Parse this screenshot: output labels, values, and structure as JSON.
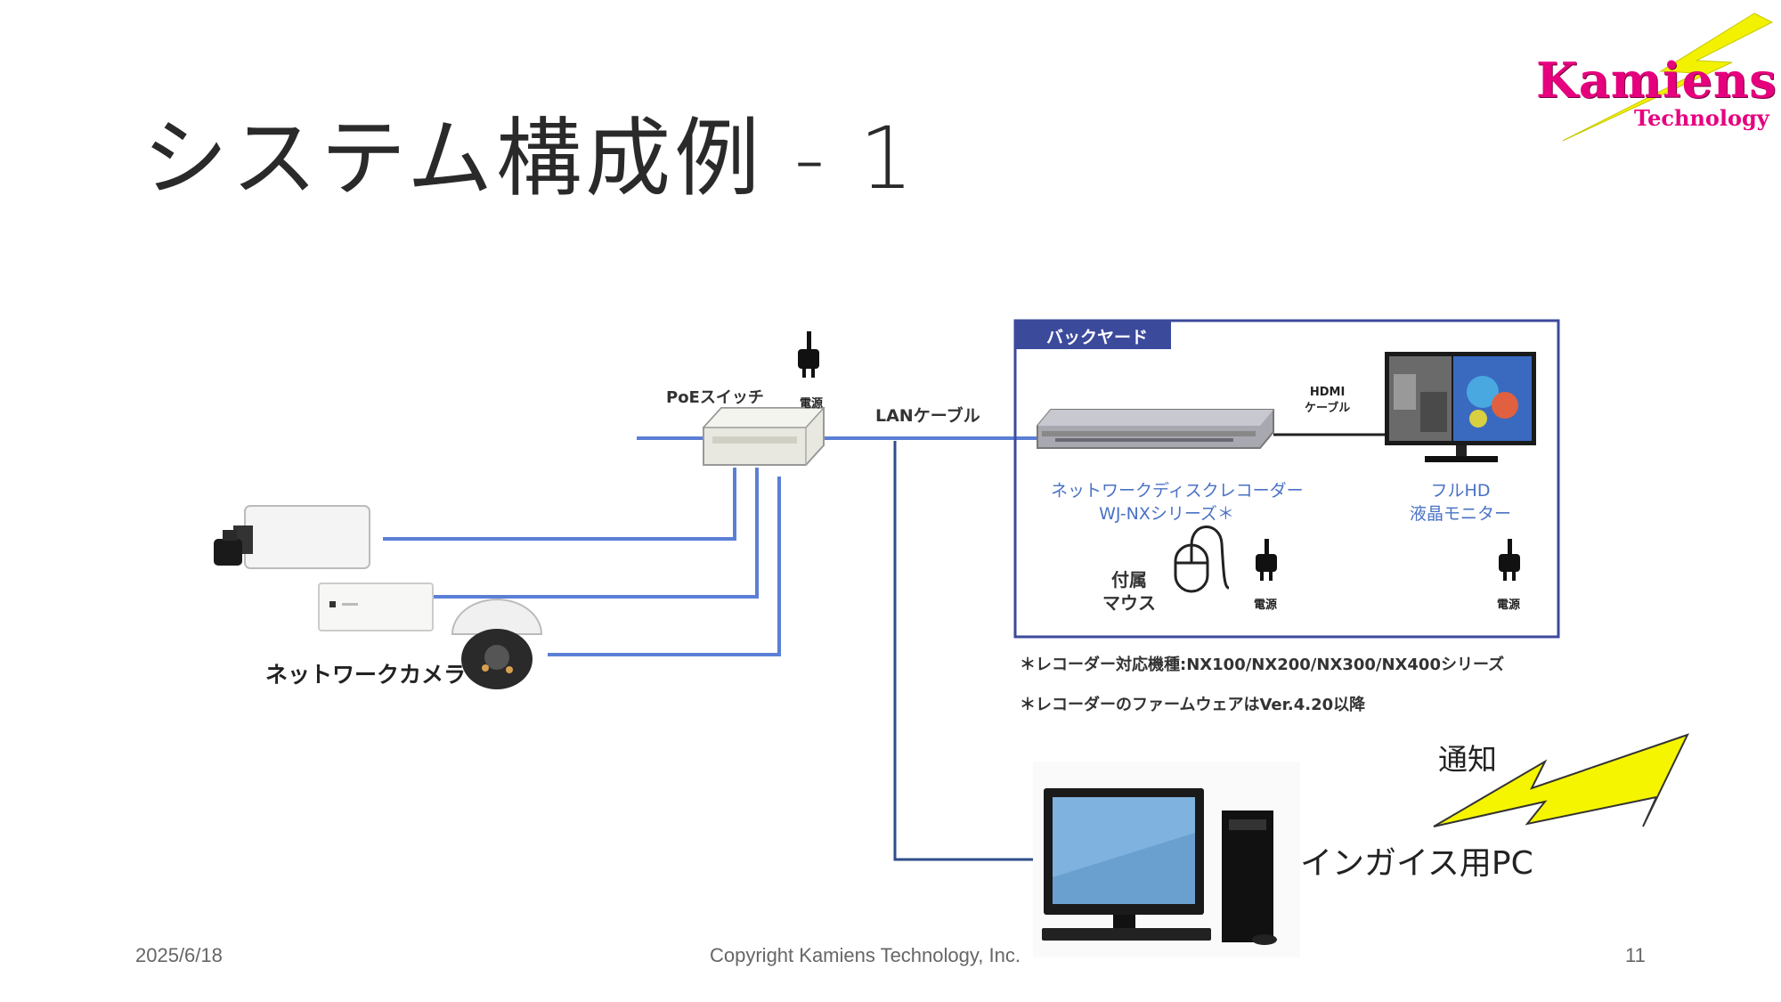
{
  "slide": {
    "title": "システム構成例 - 1",
    "date": "2025/6/18",
    "copyright": "Copyright Kamiens Technology, Inc.",
    "page_number": "11"
  },
  "logo": {
    "name": "Kamiens",
    "sub": "Technology",
    "name_color": "#e6007e",
    "bolt_color": "#f2f200"
  },
  "diagram": {
    "poe_switch_label": "PoEスイッチ",
    "power_label": "電源",
    "lan_cable_label": "LANケーブル",
    "backyard_label": "バックヤード",
    "hdmi_label_line1": "HDMI",
    "hdmi_label_line2": "ケーブル",
    "recorder_line1": "ネットワークディスクレコーダー",
    "recorder_line2": "WJ-NXシリーズ＊",
    "monitor_line1": "フルHD",
    "monitor_line2": "液晶モニター",
    "mouse_line1": "付属",
    "mouse_line2": "マウス",
    "camera_label": "ネットワークカメラ",
    "note1": "＊レコーダー対応機種:NX100/NX200/NX300/NX400シリーズ",
    "note2": "＊レコーダーのファームウェアはVer.4.20以降",
    "notify_label": "通知",
    "pc_label": "インガイス用PC"
  },
  "colors": {
    "cable_blue": "#5b7fd6",
    "frame_navy": "#3c4a9c",
    "pc_line": "#2e4e8a",
    "bolt_yellow": "#f5f500"
  }
}
